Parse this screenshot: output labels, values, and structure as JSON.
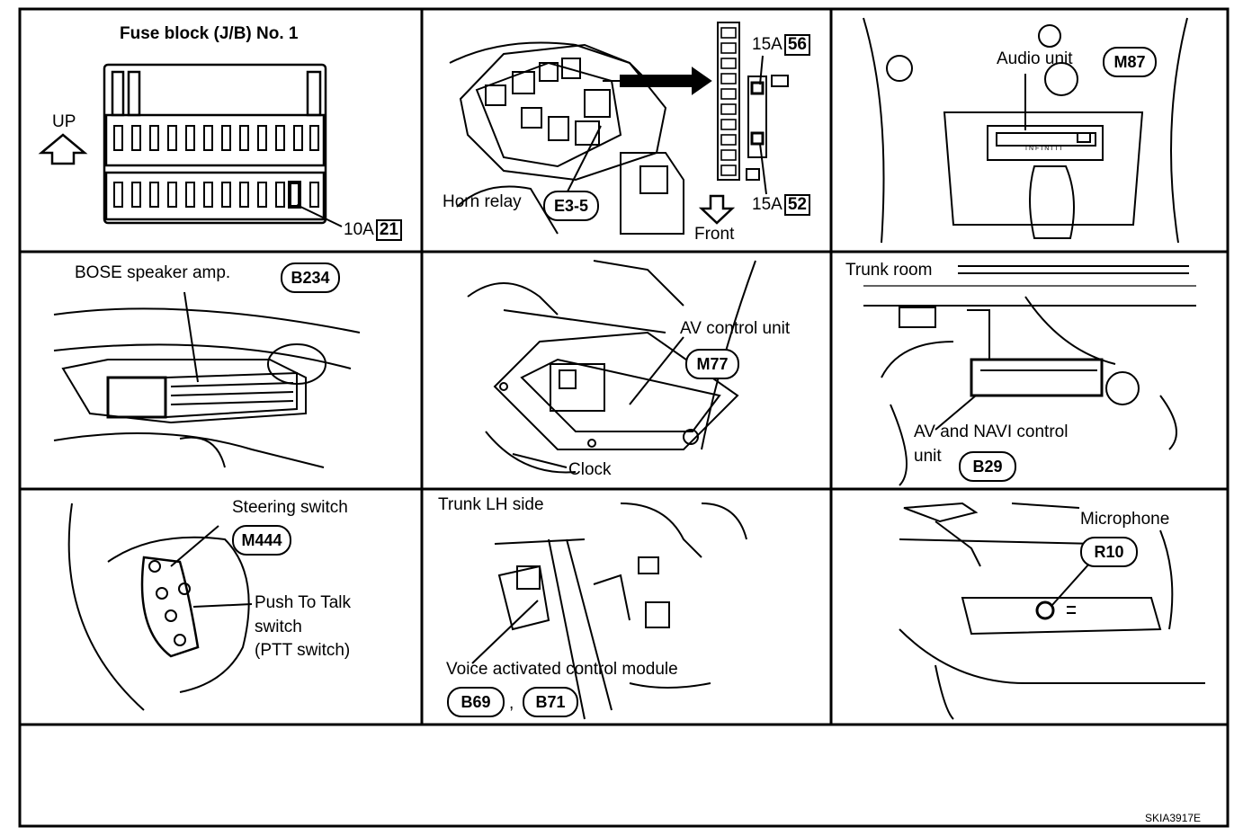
{
  "panels": {
    "fuse": {
      "title": "Fuse block (J/B) No. 1",
      "up": "UP",
      "rating": "10A",
      "fuse_no": "21"
    },
    "horn": {
      "label": "Horn relay",
      "code": "E3-5",
      "fuse_top_rating": "15A",
      "fuse_top_no": "56",
      "fuse_bottom_rating": "15A",
      "fuse_bottom_no": "52",
      "front": "Front"
    },
    "audio": {
      "label": "Audio unit",
      "code": "M87",
      "brand": "INFINITI"
    },
    "bose": {
      "label": "BOSE speaker amp.",
      "code": "B234"
    },
    "av": {
      "label": "AV control unit",
      "code": "M77",
      "clock": "Clock"
    },
    "trunk": {
      "title": "Trunk room",
      "label_line1": "AV and NAVI control",
      "label_line2": "unit",
      "code": "B29"
    },
    "steering": {
      "label": "Steering switch",
      "code": "M444",
      "ptt_line1": "Push To Talk",
      "ptt_line2": "switch",
      "ptt_line3": "(PTT switch)"
    },
    "voice": {
      "title": "Trunk LH side",
      "label": "Voice activated control module",
      "code1": "B69",
      "code2": "B71",
      "separator": ","
    },
    "mic": {
      "label": "Microphone",
      "code": "R10"
    }
  },
  "footer": {
    "ref": "SKIA3917E"
  }
}
